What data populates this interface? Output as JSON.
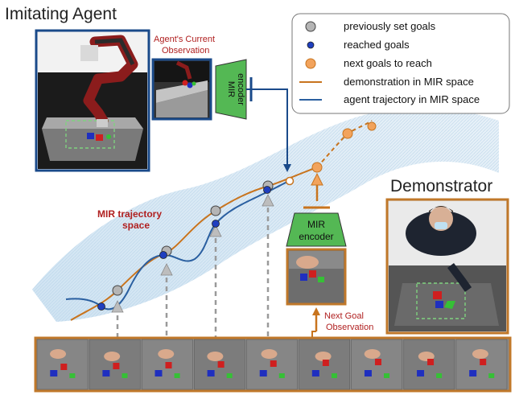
{
  "titles": {
    "imitating_agent": "Imitating Agent",
    "demonstrator": "Demonstrator"
  },
  "observation_label": {
    "line1": "Agent's Current",
    "line2": "Observation"
  },
  "mir_trajectory_label": {
    "line1": "MIR trajectory",
    "line2": "space"
  },
  "encoder_label": {
    "line1": "MIR",
    "line2": "encoder"
  },
  "next_goal_label": {
    "line1": "Next Goal",
    "line2": "Observation"
  },
  "legend": [
    {
      "label": "previously set goals",
      "marker": "gray-circle"
    },
    {
      "label": "reached goals",
      "marker": "blue-dot"
    },
    {
      "label": "next goals to reach",
      "marker": "orange-circle"
    },
    {
      "label": "demonstration in MIR space",
      "marker": "orange-line"
    },
    {
      "label": "agent trajectory in MIR space",
      "marker": "blue-line"
    }
  ],
  "colors": {
    "orange": "#c8741e",
    "blue": "#2a5fa0",
    "encoder_green": "#54b854",
    "gray": "#9a9a9a",
    "title_red": "#b02020",
    "frame_border": "#c0782a",
    "observation_border": "#1a4a8a"
  },
  "icons": {
    "robot": "robot-arm-render",
    "person": "demonstrator-photo",
    "frames": "demonstration-video-frames"
  }
}
